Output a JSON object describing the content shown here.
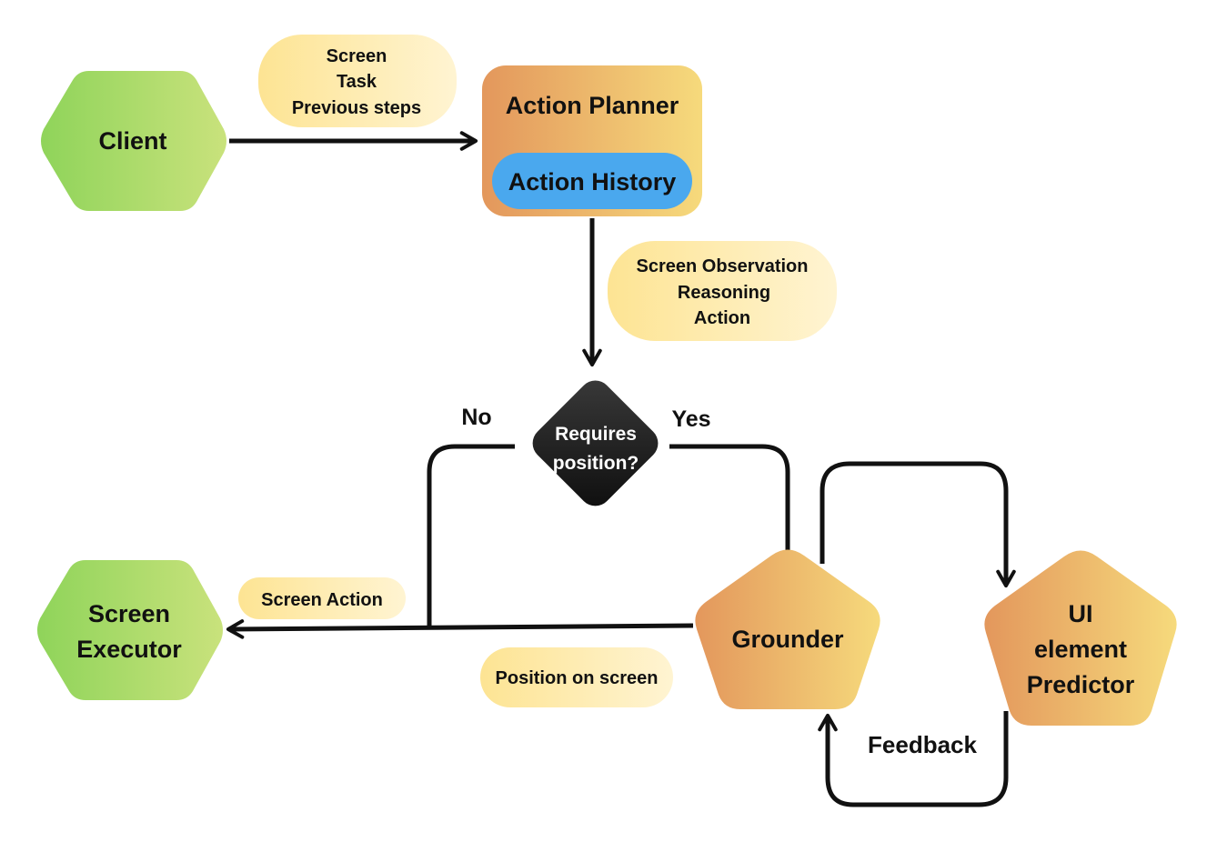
{
  "nodes": {
    "client": "Client",
    "action_planner": "Action Planner",
    "action_history": "Action History",
    "decision": [
      "Requires",
      "position?"
    ],
    "grounder": "Grounder",
    "ui_predictor": [
      "UI",
      "element",
      "Predictor"
    ],
    "screen_executor": [
      "Screen",
      "Executor"
    ]
  },
  "edge_labels": {
    "client_to_planner": [
      "Screen",
      "Task",
      "Previous steps"
    ],
    "planner_to_decision": [
      "Screen Observation",
      "Reasoning",
      "Action"
    ],
    "no": "No",
    "yes": "Yes",
    "screen_action": "Screen Action",
    "position_on_screen": "Position on screen",
    "feedback": "Feedback"
  },
  "colors": {
    "green_start": "#8fd45a",
    "green_end": "#c6e07a",
    "orange_start": "#e39a5e",
    "orange_end": "#f5d77a",
    "blue": "#4aa8ee",
    "tag_start": "#fde89a",
    "tag_end": "#fff6d6",
    "decision": "#1e1e1e",
    "line": "#111111"
  }
}
